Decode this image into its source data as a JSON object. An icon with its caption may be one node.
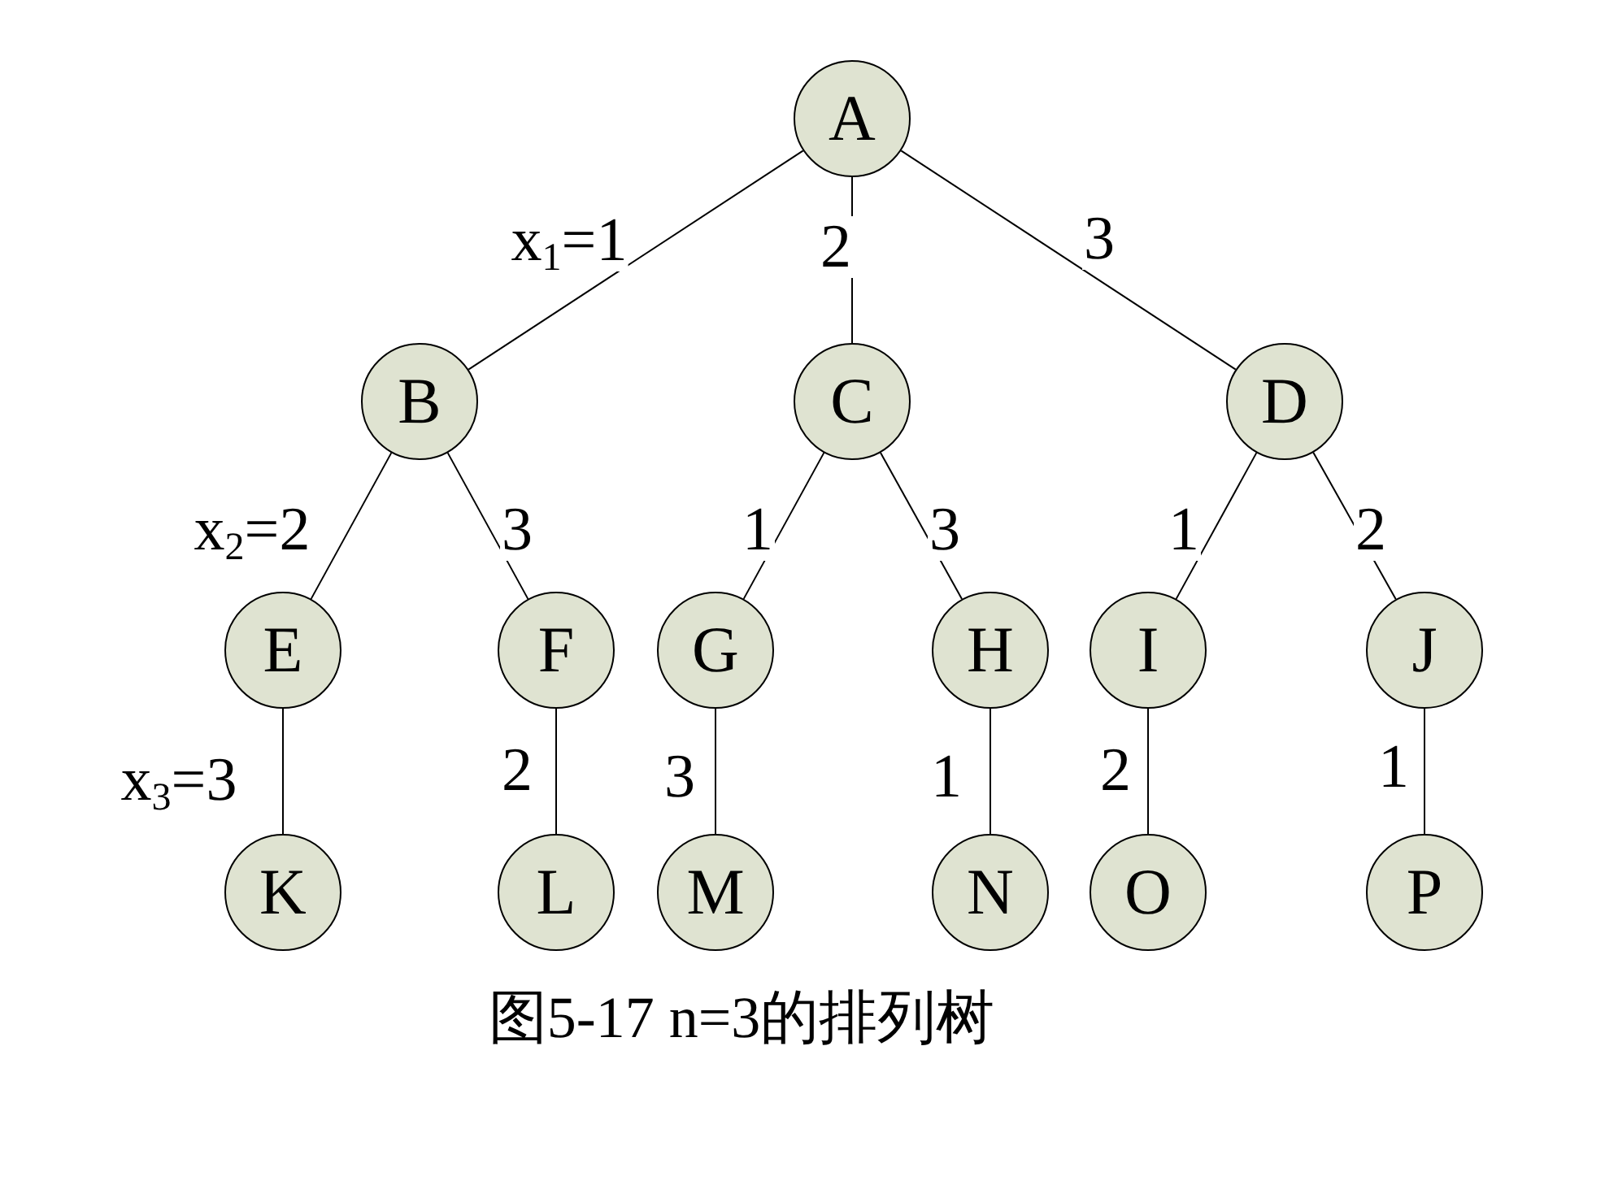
{
  "diagram": {
    "caption": "图5-17 n=3的排列树",
    "nodes": [
      {
        "text": [
          "A"
        ]
      },
      {
        "text": [
          "B"
        ]
      },
      {
        "text": [
          "C"
        ]
      },
      {
        "text": [
          "D"
        ]
      },
      {
        "text": [
          "E"
        ]
      },
      {
        "text": [
          "F"
        ]
      },
      {
        "text": [
          "G"
        ]
      },
      {
        "text": [
          "H"
        ]
      },
      {
        "text": [
          "I"
        ]
      },
      {
        "text": [
          "J"
        ]
      },
      {
        "text": [
          "K"
        ]
      },
      {
        "text": [
          "L"
        ]
      },
      {
        "text": [
          "M"
        ]
      },
      {
        "text": [
          "N"
        ]
      },
      {
        "text": [
          "O"
        ]
      },
      {
        "text": [
          "P"
        ]
      }
    ],
    "edges": [
      {
        "from": 0,
        "to": 1,
        "arrow": "none",
        "label": "x$_{1}$=1"
      },
      {
        "from": 0,
        "to": 2,
        "arrow": "none",
        "label": "2"
      },
      {
        "from": 0,
        "to": 3,
        "arrow": "none",
        "label": "3"
      },
      {
        "from": 1,
        "to": 4,
        "arrow": "none",
        "label": "x$_{2}$=2"
      },
      {
        "from": 1,
        "to": 5,
        "arrow": "none",
        "label": "3"
      },
      {
        "from": 2,
        "to": 6,
        "arrow": "none",
        "label": "1"
      },
      {
        "from": 2,
        "to": 7,
        "arrow": "none",
        "label": "3"
      },
      {
        "from": 3,
        "to": 8,
        "arrow": "none",
        "label": "1"
      },
      {
        "from": 3,
        "to": 9,
        "arrow": "none",
        "label": "2"
      },
      {
        "from": 4,
        "to": 10,
        "arrow": "none",
        "label": "x$_{3}$=3"
      },
      {
        "from": 5,
        "to": 11,
        "arrow": "none",
        "label": "2"
      },
      {
        "from": 6,
        "to": 12,
        "arrow": "none",
        "label": "3"
      },
      {
        "from": 7,
        "to": 13,
        "arrow": "none",
        "label": "1"
      },
      {
        "from": 8,
        "to": 14,
        "arrow": "none",
        "label": "2"
      },
      {
        "from": 9,
        "to": 15,
        "arrow": "none",
        "label": "1"
      }
    ]
  }
}
